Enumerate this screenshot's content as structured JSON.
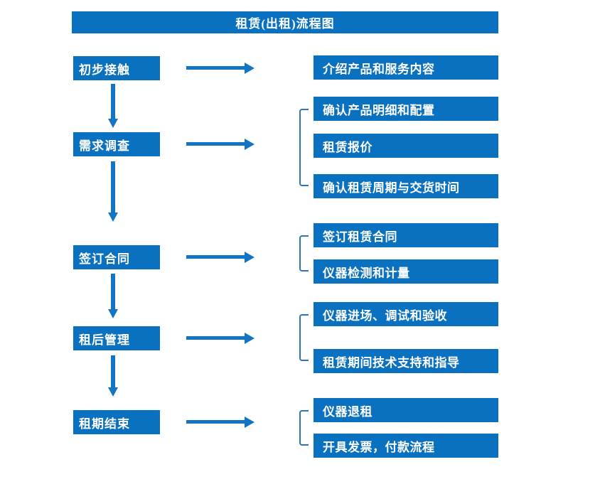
{
  "title": "租赁(出租)流程图",
  "colors": {
    "box_blue": "#0a70c0",
    "arrow_blue": "#1274c5",
    "bracket_blue": "#2e74b5",
    "text_white": "#ffffff"
  },
  "stages": [
    {
      "label": "初步接触",
      "outputs": [
        "介绍产品和服务内容"
      ]
    },
    {
      "label": "需求调查",
      "outputs": [
        "确认产品明细和配置",
        "租赁报价",
        "确认租赁周期与交货时间"
      ]
    },
    {
      "label": "签订合同",
      "outputs": [
        "签订租赁合同",
        "仪器检测和计量"
      ]
    },
    {
      "label": "租后管理",
      "outputs": [
        "仪器进场、调试和验收",
        "租赁期间技术支持和指导"
      ]
    },
    {
      "label": "租期结束",
      "outputs": [
        "仪器退租",
        "开具发票，付款流程"
      ]
    }
  ]
}
